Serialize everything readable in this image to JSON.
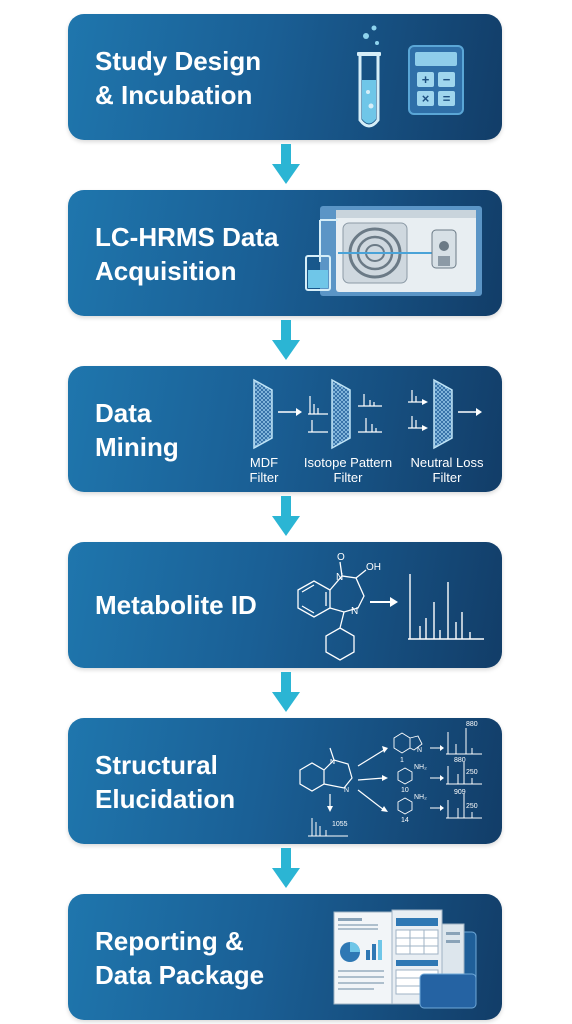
{
  "steps": [
    {
      "title": "Study Design\n& Incubation"
    },
    {
      "title": "LC-HRMS Data\nAcquisition"
    },
    {
      "title": "Data\nMining"
    },
    {
      "title": "Metabolite ID"
    },
    {
      "title": "Structural\nElucidation"
    },
    {
      "title": "Reporting &\nData Package"
    }
  ],
  "mining_filters": [
    {
      "label": "MDF\nFilter"
    },
    {
      "label": "Isotope Pattern\nFilter"
    },
    {
      "label": "Neutral Loss\nFilter"
    }
  ],
  "metabolite_id": {
    "oxygen": "O",
    "hydroxyl": "OH",
    "nitrogen1": "N",
    "nitrogen2": "N"
  },
  "elucidation": {
    "parent_nitrogen1": "N",
    "parent_nitrogen2": "N",
    "parent_mz": "1055",
    "fragments": [
      {
        "id": "1",
        "mz": "880",
        "sub": "N"
      },
      {
        "id": "10",
        "mz": "250",
        "top_mz": "880",
        "sub": "NH₂"
      },
      {
        "id": "14",
        "mz": "250",
        "top_mz": "909",
        "sub": "NH₂"
      }
    ]
  },
  "colors": {
    "box_start": "#1f76ad",
    "box_end": "#123d68",
    "arrow": "#2bb5d4"
  }
}
